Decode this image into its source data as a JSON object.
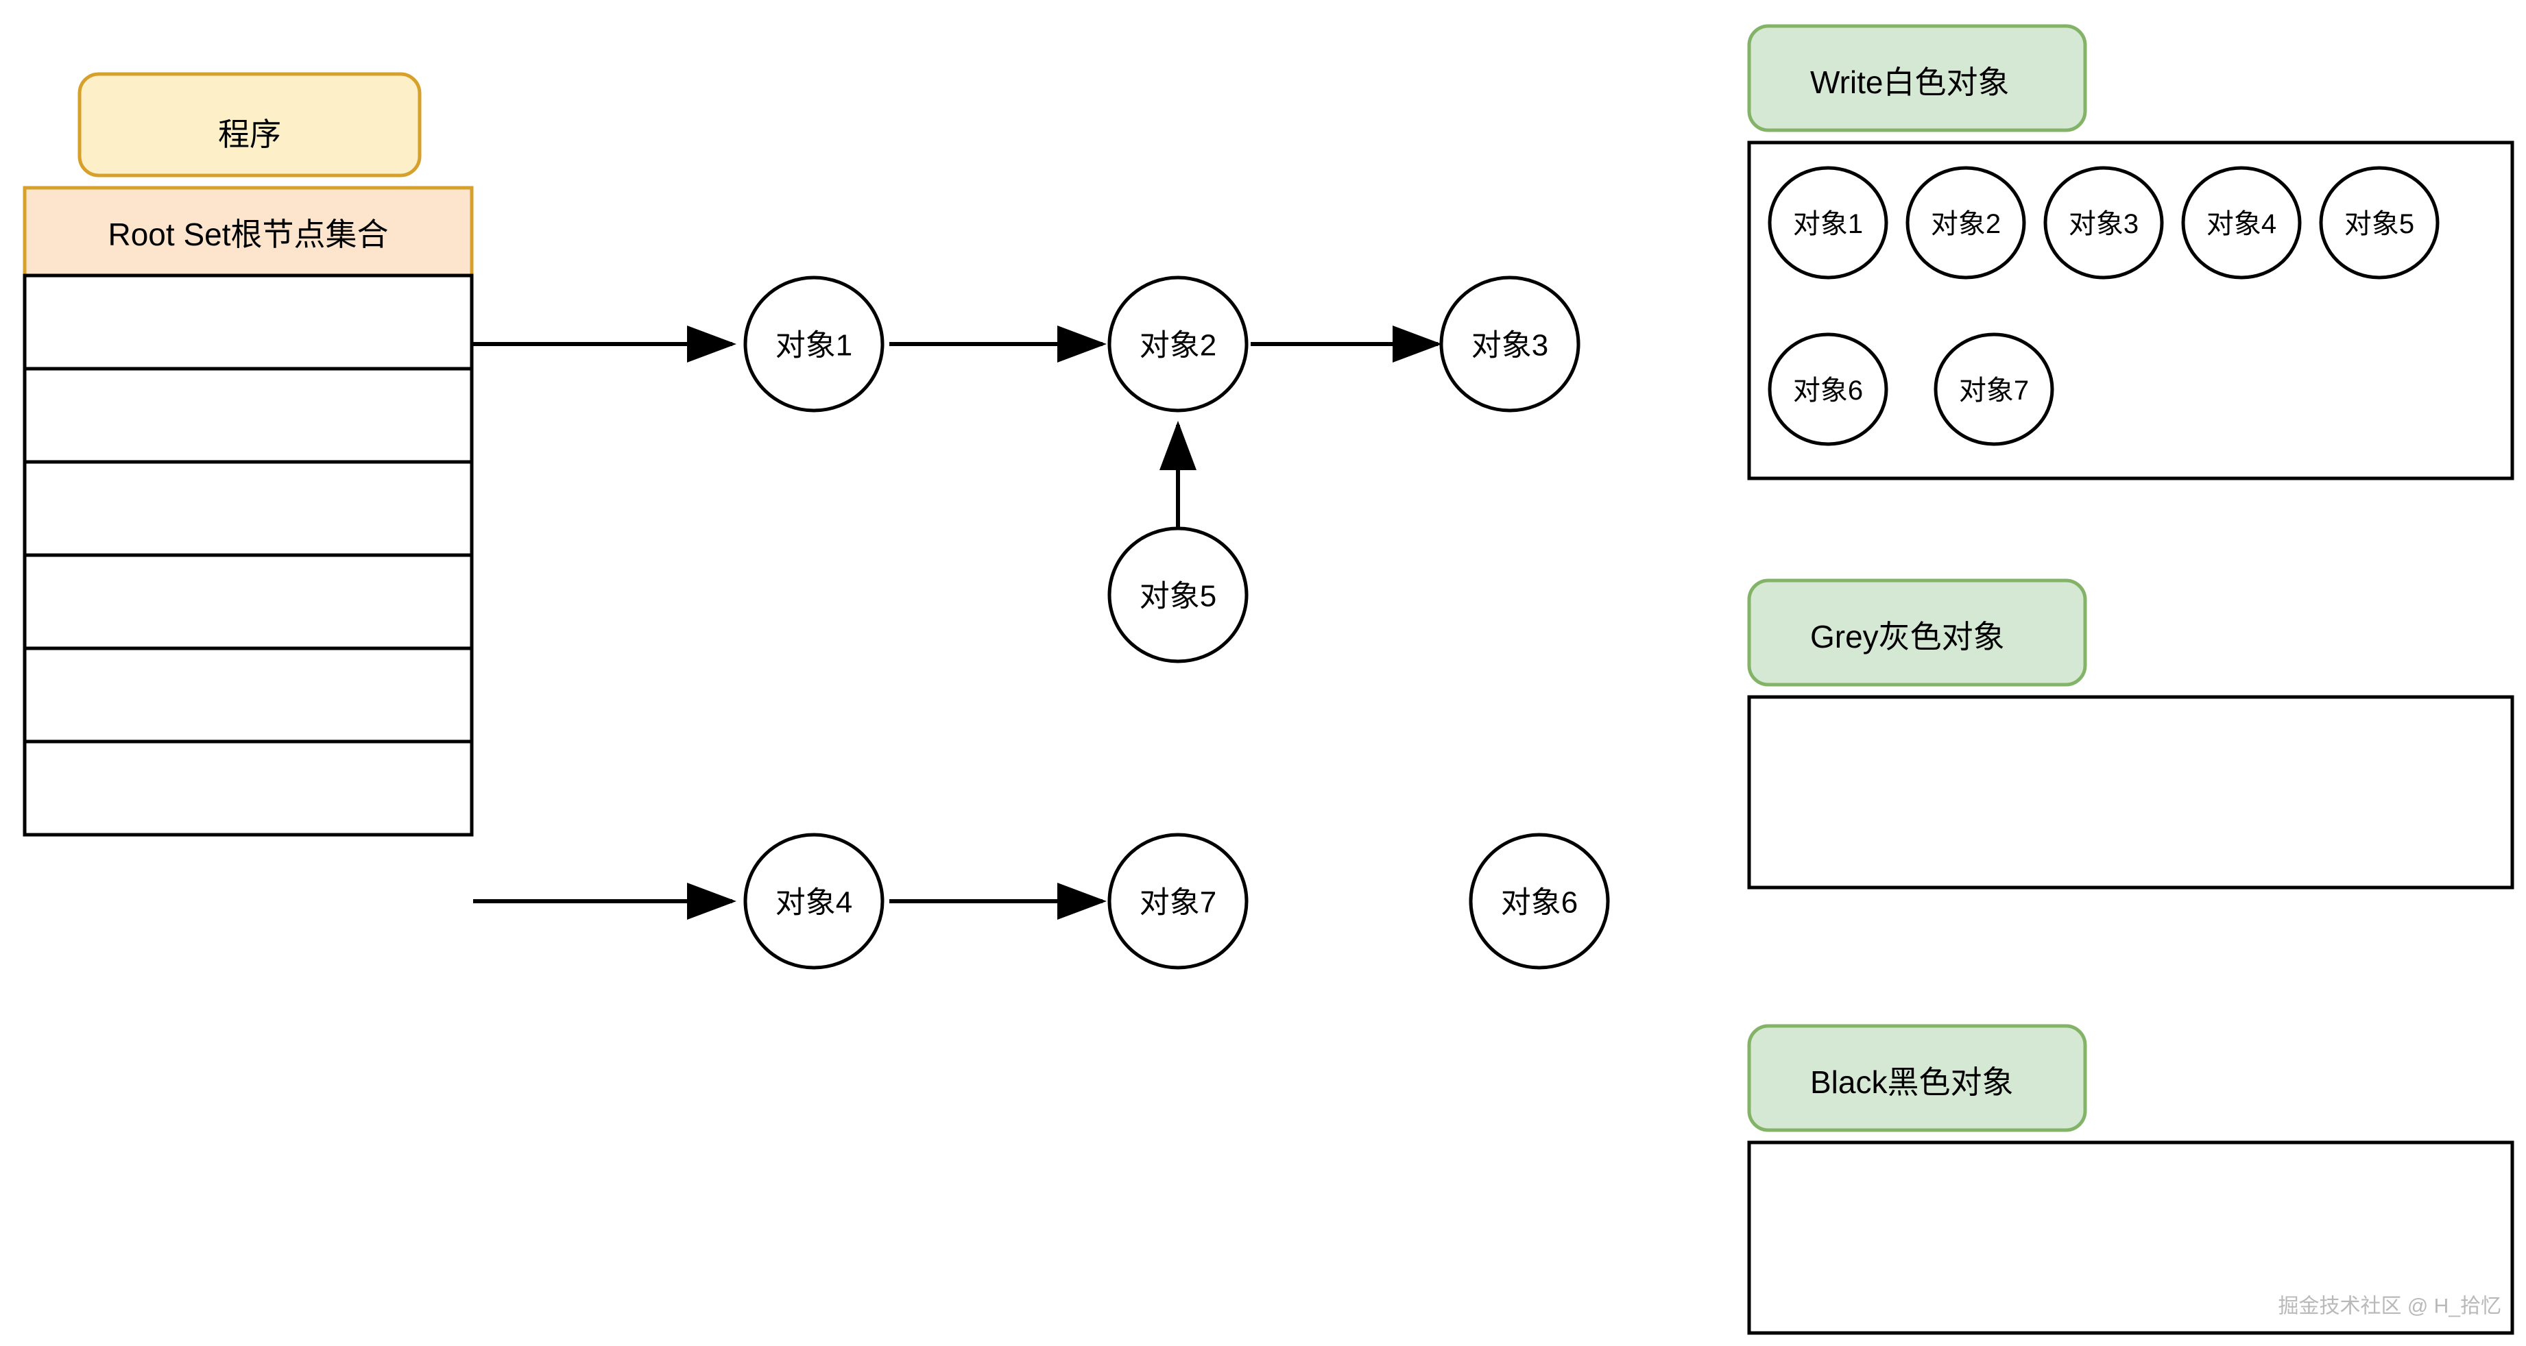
{
  "program": {
    "label": "程序"
  },
  "root_set": {
    "header_label": "Root Set根节点集合",
    "row_count": 6,
    "rows": [
      "",
      "",
      "",
      "",
      "",
      ""
    ]
  },
  "graph": {
    "nodes": [
      {
        "id": "obj1",
        "label": "对象1"
      },
      {
        "id": "obj2",
        "label": "对象2"
      },
      {
        "id": "obj3",
        "label": "对象3"
      },
      {
        "id": "obj5",
        "label": "对象5"
      },
      {
        "id": "obj4",
        "label": "对象4"
      },
      {
        "id": "obj7",
        "label": "对象7"
      },
      {
        "id": "obj6",
        "label": "对象6"
      }
    ],
    "edges": [
      {
        "from": "root-set-row-1",
        "to": "obj1"
      },
      {
        "from": "obj1",
        "to": "obj2"
      },
      {
        "from": "obj2",
        "to": "obj3"
      },
      {
        "from": "obj5",
        "to": "obj2"
      },
      {
        "from": "root-set-row-5",
        "to": "obj4"
      },
      {
        "from": "obj4",
        "to": "obj7"
      }
    ]
  },
  "panels": [
    {
      "id": "white",
      "title": "Write白色对象",
      "objects": [
        "对象1",
        "对象2",
        "对象3",
        "对象4",
        "对象5",
        "对象6",
        "对象7"
      ]
    },
    {
      "id": "grey",
      "title": "Grey灰色对象",
      "objects": []
    },
    {
      "id": "black",
      "title": "Black黑色对象",
      "objects": []
    }
  ],
  "watermark": {
    "text": "掘金技术社区 @ H_拾忆"
  },
  "colors": {
    "program_fill": "#fdefc8",
    "program_stroke": "#d6a02a",
    "rootset_header_fill": "#fce4cd",
    "rootset_header_stroke": "#d6a02a",
    "legend_fill": "#d5e8d4",
    "legend_stroke": "#82b366",
    "line": "#000000",
    "node_fill": "#ffffff",
    "watermark": "#b9b9b9"
  }
}
